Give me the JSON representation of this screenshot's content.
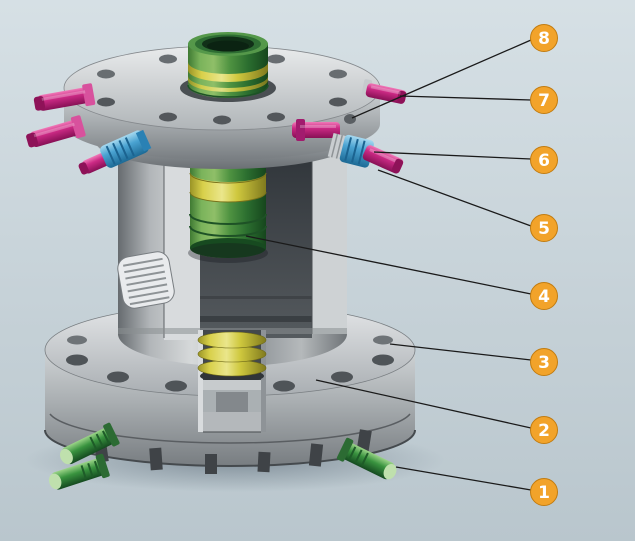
{
  "callouts": [
    {
      "number": "8"
    },
    {
      "number": "7"
    },
    {
      "number": "6"
    },
    {
      "number": "5"
    },
    {
      "number": "4"
    },
    {
      "number": "3"
    },
    {
      "number": "2"
    },
    {
      "number": "1"
    }
  ],
  "palette": {
    "background_top": "#d6e0e5",
    "background_bottom": "#b9c6cd",
    "callout_fill": "#f2a32a",
    "callout_stroke": "#c27c10",
    "callout_text": "#ffffff",
    "leader_line": "#1a1a1a",
    "steel_light": "#d6d9db",
    "steel_mid": "#a8adb1",
    "steel_dark": "#74797d",
    "mandrel_green": "#2f7d36",
    "seal_yellow": "#d8cd3c",
    "port_pink": "#c92a86",
    "fitting_blue": "#44a3d4",
    "plug_green": "#3c9646"
  }
}
